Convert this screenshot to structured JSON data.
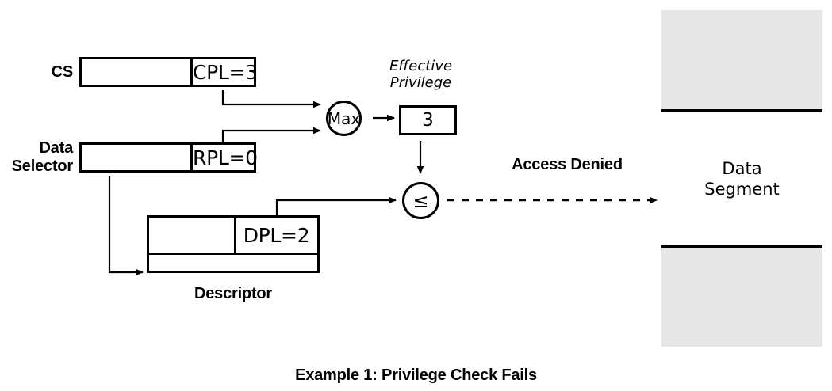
{
  "diagram": {
    "caption": "Example 1: Privilege Check Fails",
    "nodes": {
      "cs": {
        "label": "CS",
        "value": "CPL=3"
      },
      "data_selector": {
        "label_line1": "Data",
        "label_line2": "Selector",
        "value": "RPL=0"
      },
      "descriptor": {
        "label": "Descriptor",
        "value": "DPL=2"
      },
      "max_op": {
        "symbol": "Max"
      },
      "compare_op": {
        "symbol": "≤"
      },
      "effective_privilege": {
        "label_line1": "Effective",
        "label_line2": "Privilege",
        "value": "3"
      },
      "memory": {
        "segment_line1": "Data",
        "segment_line2": "Segment"
      }
    },
    "edges": {
      "result": {
        "label": "Access Denied"
      }
    },
    "colors": {
      "stroke": "#000000",
      "background": "#ffffff",
      "memory_fill": "#e6e6e6"
    }
  }
}
